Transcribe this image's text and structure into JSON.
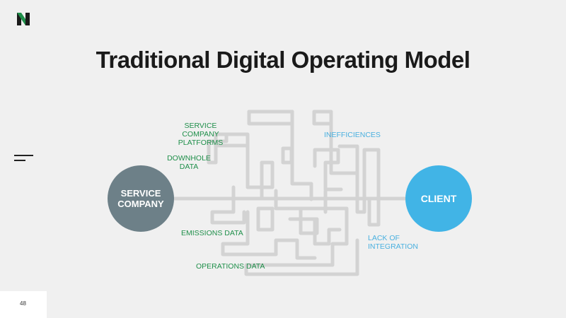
{
  "slide": {
    "title": "Traditional Digital Operating Model",
    "page_number": "48"
  },
  "nodes": {
    "service_company": "SERVICE\nCOMPANY",
    "client": "CLIENT"
  },
  "labels": {
    "service_platforms": "SERVICE COMPANY\nPLATFORMS",
    "downhole_data": "DOWNHOLE\nDATA",
    "emissions_data": "EMISSIONS DATA",
    "operations_data": "OPERATIONS DATA",
    "inefficiences": "INEFFICIENCES",
    "lack_of_integration": "LACK OF\nINTEGRATION"
  },
  "colors": {
    "service_node": "#6d8088",
    "client_node": "#41b4e6",
    "green_labels": "#1f8f4a",
    "blue_labels": "#4ab0df",
    "tangle_lines": "#d3d3d3"
  },
  "icons": {
    "logo": "n-logo-icon",
    "menu": "menu-lines-icon"
  }
}
